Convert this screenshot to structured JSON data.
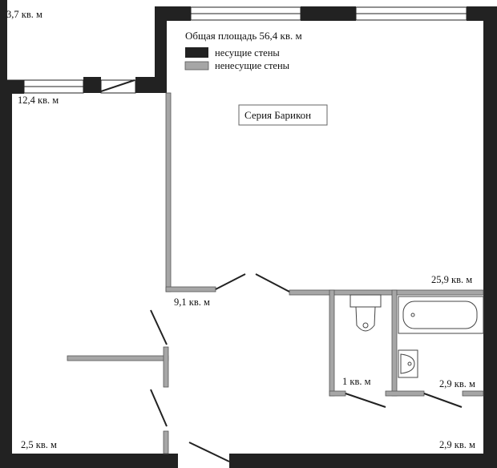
{
  "legend": {
    "total_area": "Общая площадь  56,4 кв. м",
    "load_bearing": "несущие стены",
    "non_load_bearing": "ненесущие стены",
    "colors": {
      "load_bearing": "#222222",
      "non_load_bearing": "#a6a6a6"
    }
  },
  "series": "Серия Барикон",
  "rooms": {
    "balcony": "3,7 кв. м",
    "room_left": "12,4 кв. м",
    "room_main": "25,9 кв. м",
    "hall": "9,1 кв. м",
    "wc": "1 кв. м",
    "bathroom": "2,9 кв. м",
    "storage": "2,9 кв. м",
    "entrance": "2,5 кв. м"
  }
}
